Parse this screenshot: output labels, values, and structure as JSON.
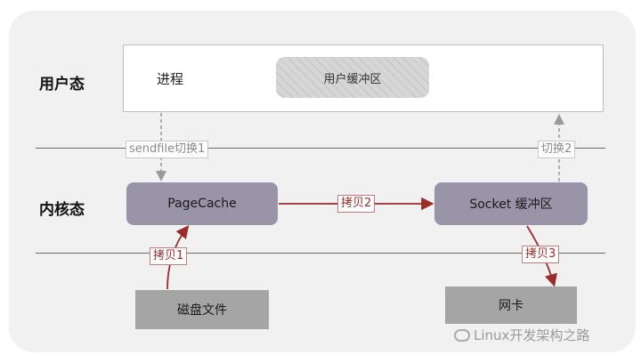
{
  "layers": {
    "user": "用户态",
    "kernel": "内核态"
  },
  "user_space": {
    "process": "进程",
    "buffer": "用户缓冲区"
  },
  "kernel_space": {
    "page_cache": "PageCache",
    "socket_buffer": "Socket 缓冲区"
  },
  "hardware": {
    "disk_file": "磁盘文件",
    "nic": "网卡"
  },
  "transitions": {
    "switch1": "sendfile切换1",
    "switch2": "切换2"
  },
  "copies": {
    "copy1": "拷贝1",
    "copy2": "拷贝2",
    "copy3": "拷贝3"
  },
  "watermark": {
    "text": "Linux开发架构之路",
    "icon": "wechat-icon"
  },
  "colors": {
    "kernel_box": "#9a94a9",
    "hardware_box": "#a5a5a5",
    "copy_arrow": "#9e2a2a",
    "switch_arrow": "#9a9a9a"
  }
}
